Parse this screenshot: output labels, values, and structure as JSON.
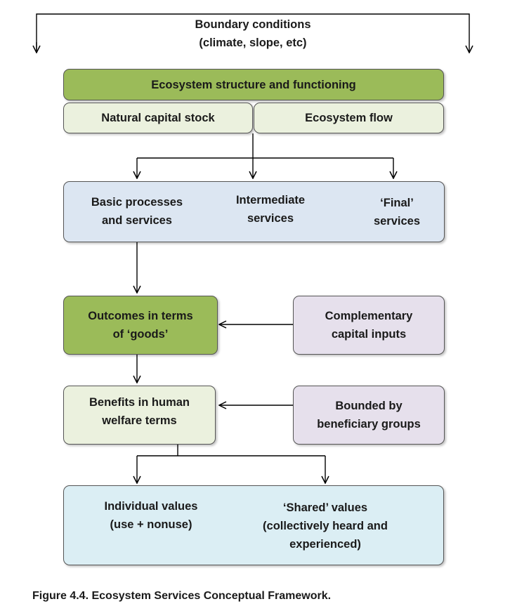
{
  "boundary": {
    "line1": "Boundary conditions",
    "line2": "(climate, slope, etc)"
  },
  "ecosystem": {
    "header": "Ecosystem structure and functioning",
    "natural_capital": "Natural capital stock",
    "flow": "Ecosystem flow"
  },
  "services": {
    "basic": [
      "Basic processes",
      "and services"
    ],
    "intermediate": [
      "Intermediate",
      "services"
    ],
    "final": [
      "‘Final’",
      "services"
    ]
  },
  "outcomes": [
    "Outcomes in terms",
    "of ‘goods’"
  ],
  "complementary": [
    "Complementary",
    "capital inputs"
  ],
  "benefits": [
    "Benefits in human",
    "welfare terms"
  ],
  "bounded": [
    "Bounded by",
    "beneficiary groups"
  ],
  "values": {
    "individual": [
      "Individual values",
      "(use + nonuse)"
    ],
    "shared": [
      "‘Shared’ values",
      "(collectively heard and",
      "experienced)"
    ]
  },
  "caption": "Figure 4.4. Ecosystem Services Conceptual Framework.",
  "colors": {
    "dark_green": "#9bbb59",
    "light_green": "#ebf1de",
    "light_blue": "#dce6f2",
    "lavender": "#e6e0ec",
    "pale_blue": "#dbeef4"
  }
}
